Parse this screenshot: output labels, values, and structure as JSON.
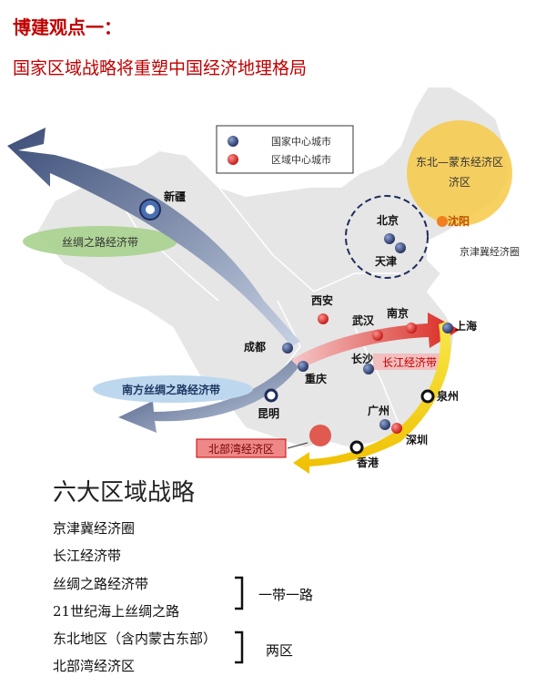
{
  "header": {
    "title": "博建观点一：",
    "subtitle": "国家区域战略将重塑中国经济地理格局"
  },
  "legend": {
    "national": "国家中心城市",
    "regional": "区域中心城市",
    "national_color": "#2a3a6a",
    "regional_color": "#d9251c"
  },
  "cities": {
    "xinjiang": "新疆",
    "beijing": "北京",
    "tianjin": "天津",
    "shenyang": "沈阳",
    "xian": "西安",
    "wuhan": "武汉",
    "nanjing": "南京",
    "shanghai": "上海",
    "chengdu": "成都",
    "chongqing": "重庆",
    "changsha": "长沙",
    "kunming": "昆明",
    "quanzhou": "泉州",
    "guangzhou": "广州",
    "shenzhen": "深圳",
    "hongkong": "香港"
  },
  "regions": {
    "northeast": "东北—蒙东经济区",
    "jingjinji": "京津冀经济圈",
    "silk_road": "丝绸之路经济带",
    "south_silk": "南方丝绸之路经济带",
    "yangtze": "长江经济带",
    "beibu": "北部湾经济区"
  },
  "strategies": {
    "title": "六大区域战略",
    "items": [
      "京津冀经济圈",
      "长江经济带",
      "丝绸之路经济带",
      "21世纪海上丝绸之路",
      "东北地区（含内蒙古东部）",
      "北部湾经济区"
    ],
    "group1": "一带一路",
    "group2": "两区"
  }
}
